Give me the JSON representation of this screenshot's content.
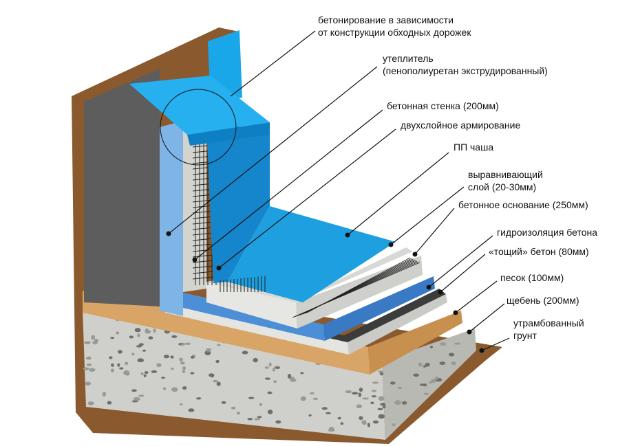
{
  "labels": [
    {
      "id": "walkway",
      "lines": [
        "бетонирование в зависимости",
        "от конструкции обходных дорожек"
      ]
    },
    {
      "id": "insulation",
      "lines": [
        "утеплитель",
        "(пенополиуретан экструдированный)"
      ]
    },
    {
      "id": "wall",
      "lines": [
        "бетонная стенка (200мм)"
      ]
    },
    {
      "id": "rebar",
      "lines": [
        "двухслойное армирование"
      ]
    },
    {
      "id": "bowl",
      "lines": [
        "ПП чаша"
      ]
    },
    {
      "id": "leveling",
      "lines": [
        "выравнивающий",
        "слой (20-30мм)"
      ]
    },
    {
      "id": "base",
      "lines": [
        "бетонное основание (250мм)"
      ]
    },
    {
      "id": "waterproof",
      "lines": [
        "гидроизоляция бетона"
      ]
    },
    {
      "id": "lean",
      "lines": [
        "«тощий» бетон (80мм)"
      ]
    },
    {
      "id": "sand",
      "lines": [
        "песок (100мм)"
      ]
    },
    {
      "id": "gravel",
      "lines": [
        "щебень (200мм)"
      ]
    },
    {
      "id": "soil",
      "lines": [
        "утрамбованный",
        "грунт"
      ]
    }
  ],
  "colors": {
    "soil": "#8a5a2e",
    "sand": "#d9a566",
    "blue": "#1e9fe0",
    "insulation": "#7fb4e6",
    "concrete": "#d9d9d4",
    "wall": "#5a5a5a"
  }
}
